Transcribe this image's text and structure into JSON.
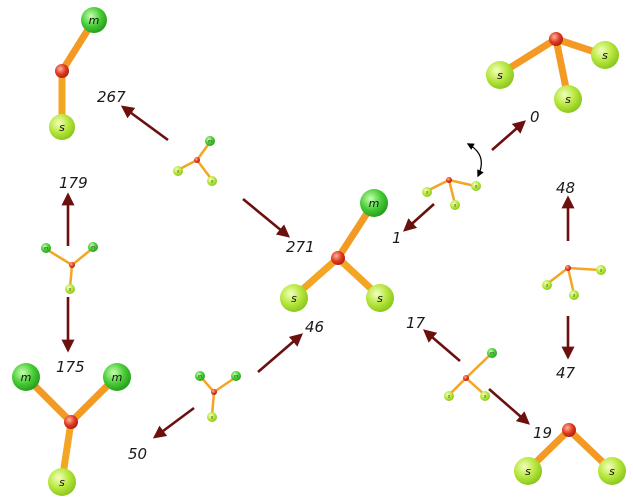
{
  "colors": {
    "arrow": "#6b0f0f",
    "center_atom": "#e03a22",
    "s_atom": "#b5e63a",
    "m_atom": "#48cc36",
    "bond_start": "#f2641c",
    "bond_end": "#f8c430"
  },
  "labels": {
    "n267": "267",
    "n271": "271",
    "n179": "179",
    "n175": "175",
    "n0": "0",
    "n1": "1",
    "n48": "48",
    "n47": "47",
    "n46": "46",
    "n50": "50",
    "n17": "17",
    "n19": "19"
  },
  "atom_letters": {
    "s": "s",
    "m": "m"
  }
}
